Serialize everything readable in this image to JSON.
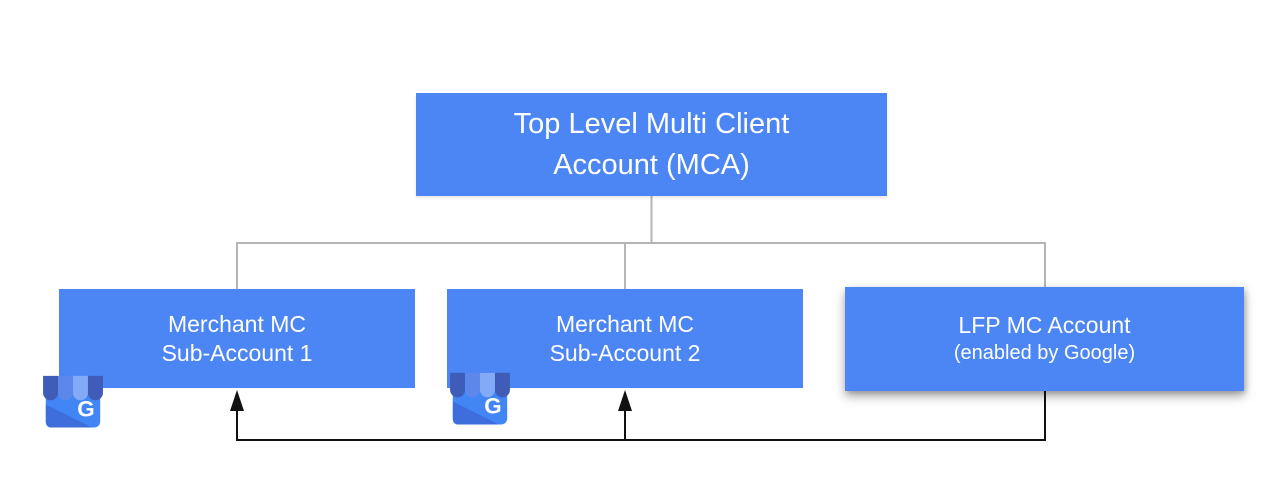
{
  "nodes": {
    "mca": {
      "line1": "Top Level Multi Client",
      "line2": "Account (MCA)"
    },
    "sub1": {
      "line1": "Merchant MC",
      "line2": "Sub-Account 1"
    },
    "sub2": {
      "line1": "Merchant MC",
      "line2": "Sub-Account 2"
    },
    "lfp": {
      "line1": "LFP MC Account",
      "line2": "(enabled by Google)"
    }
  },
  "icons": {
    "gmb": {
      "name": "google-my-business-storefront",
      "letter": "G"
    }
  },
  "colors": {
    "node_fill": "#4C86F5",
    "node_text": "#FFFFFF",
    "tree_line": "#B5B5B5",
    "arrow_line": "#111111",
    "icon_body": "#4285F4",
    "icon_fold": "#3D6EDC",
    "icon_stripe_dark": "#3E5CB8",
    "icon_stripe_mid": "#5E87EC",
    "icon_stripe_light": "#82AAF6"
  }
}
